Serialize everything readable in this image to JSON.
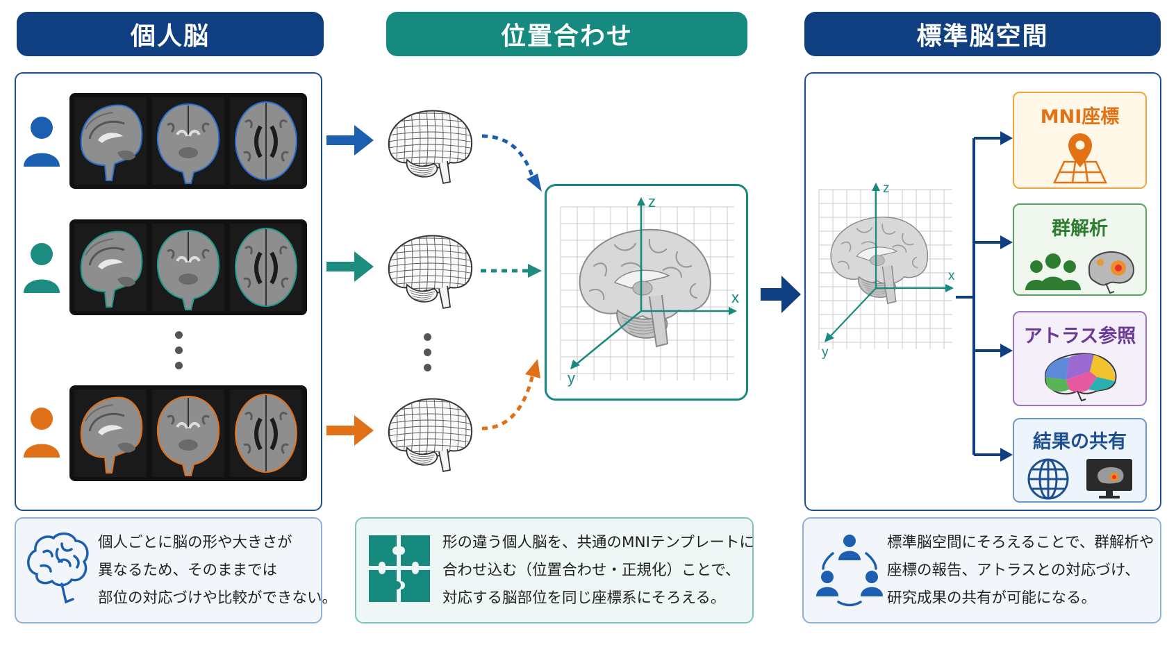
{
  "headers": {
    "individual": "個人脳",
    "registration": "位置合わせ",
    "standard": "標準脳空間"
  },
  "axes": {
    "x": "x",
    "y": "y",
    "z": "z"
  },
  "cards": {
    "mni": "MNI座標",
    "group": "群解析",
    "atlas": "アトラス参照",
    "share": "結果の共有"
  },
  "descriptions": {
    "left": [
      "個人ごとに脳の形や大きさが",
      "異なるため、そのままでは",
      "部位の対応づけや比較ができない。"
    ],
    "middle": [
      "形の違う個人脳を、共通のMNIテンプレートに",
      "合わせ込む（位置合わせ・正規化）ことで、",
      "対応する脳部位を同じ座標系にそろえる。"
    ],
    "right": [
      "標準脳空間にそろえることで、群解析や",
      "座標の報告、アトラスとの対応づけ、",
      "研究成果の共有が可能になる。"
    ]
  },
  "colors": {
    "navy": "#0f3f80",
    "teal": "#178a7f",
    "blue": "#1c5fb0",
    "green": "#1d8c80",
    "orange": "#e07018",
    "mni_card": "#e27213",
    "group_card": "#2e7d32",
    "atlas_card": "#6a3a96",
    "share_card": "#1d4f91"
  },
  "icons": [
    "person-icon",
    "brain-outline-icon",
    "puzzle-icon",
    "people-network-icon",
    "map-pin-icon",
    "group-icon",
    "globe-icon",
    "monitor-icon"
  ]
}
